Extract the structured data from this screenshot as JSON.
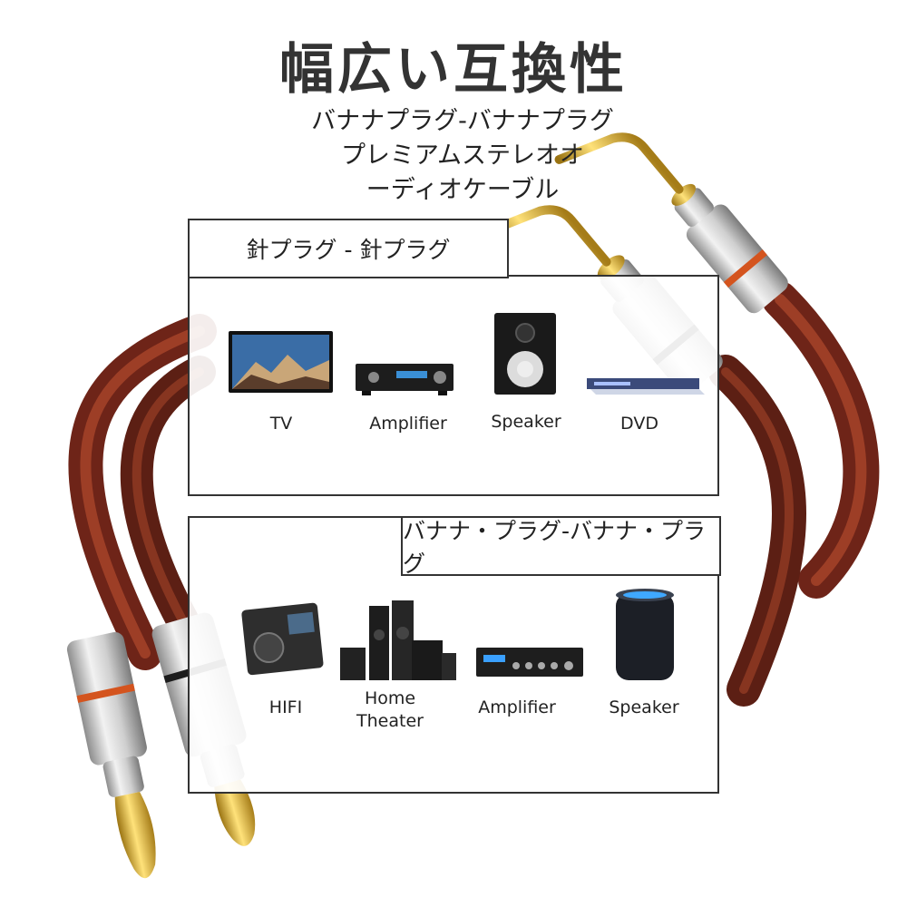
{
  "title": "幅広い互換性",
  "subtitle": [
    "バナナプラグ-バナナプラグ",
    "プレミアムステレオオ",
    "ーディオケーブル"
  ],
  "section_pin": {
    "tag": "針プラグ - 針プラグ",
    "devices": [
      {
        "label": "TV",
        "icon": "tv-icon"
      },
      {
        "label": "Amplifier",
        "icon": "amplifier-icon"
      },
      {
        "label": "Speaker",
        "icon": "speaker-icon"
      },
      {
        "label": "DVD",
        "icon": "dvd-player-icon"
      }
    ]
  },
  "section_banana": {
    "tag": "バナナ・プラグ-バナナ・プラグ",
    "devices": [
      {
        "label": "HIFI",
        "icon": "hifi-player-icon"
      },
      {
        "label_lines": [
          "Home",
          "Theater"
        ],
        "icon": "home-theater-icon"
      },
      {
        "label": "Amplifier",
        "icon": "amplifier-icon"
      },
      {
        "label": "Speaker",
        "icon": "smart-speaker-icon"
      }
    ]
  },
  "colors": {
    "cable": "#7a2a1c",
    "cable_highlight": "#b2512f",
    "gold": "#d9b23a",
    "silver": "#c8c8c8",
    "border": "#333333"
  }
}
